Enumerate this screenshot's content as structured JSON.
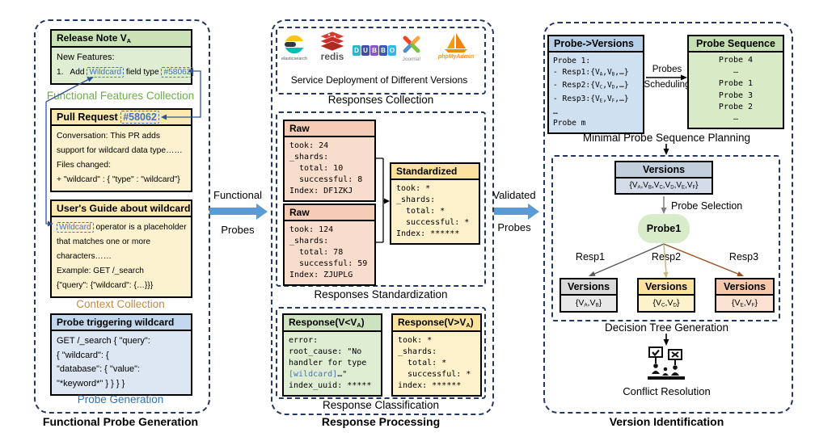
{
  "colors": {
    "container_border": "#24375e",
    "highlight_blue": "#4472c4",
    "features_green": "#70ad47",
    "context_tan": "#c08c46",
    "probe_blue": "#2e74b5",
    "flow_arrow_blue": "#5b9bd5",
    "resp1_arrow": "#595959",
    "resp2_arrow": "#c9bd7c",
    "resp3_arrow": "#9c4f1e"
  },
  "left": {
    "section_label": "Functional Probe Generation",
    "release_note": {
      "title": "Release Note V~A~",
      "line1": "New Features:",
      "line2_p1": "1.   Add ",
      "line2_hl1": "Wildcard",
      "line2_p2": " field type ",
      "line2_hl2": "#58062"
    },
    "features_label": "Functional Features Collection",
    "pull_request": {
      "title_pre": "Pull Request ",
      "title_hl": "#58062",
      "lines": [
        "Conversation: This PR adds",
        "support for wildcard data type……",
        "Files changed:",
        "+ \"wildcard\" : { \"type\" : \"wildcard\"}"
      ]
    },
    "users_guide": {
      "title": "User's Guide about wildcard",
      "line1_hl": "Wildcard",
      "line1_rest": " operator is a placeholder",
      "lines": [
        "that matches one or more",
        "characters……",
        "Example: GET /_search",
        "{\"query\": {\"wildcard\": {…}}}"
      ]
    },
    "context_label": "Context Collection",
    "probe_box": {
      "title": "Probe triggering wildcard",
      "lines": [
        "GET /_search { \"query\":",
        "{ \"wildcard\": {",
        "\"database\": { \"value\":",
        "\"*keyword*\" } } } }"
      ]
    },
    "probe_gen_label": "Probe Generation"
  },
  "arrow1": {
    "top": "Functional",
    "bottom": "Probes"
  },
  "middle": {
    "section_label": "Response Processing",
    "services": {
      "label": "Service Deployment of Different Versions",
      "elasticsearch_label": "elasticsearch",
      "redis_label": "redis",
      "dubbo_letters": [
        "D",
        "U",
        "B",
        "B",
        "O"
      ],
      "joomla_label": "Joomla!",
      "phpmyadmin_label": "phpMyAdmin"
    },
    "responses_collection_label": "Responses Collection",
    "raw1": {
      "title": "Raw",
      "lines": [
        "took: 24",
        "_shards:",
        "  total: 10",
        "  successful: 8",
        "Index: DF1ZKJ"
      ]
    },
    "raw2": {
      "title": "Raw",
      "lines": [
        "took: 124",
        "_shards:",
        "  total: 78",
        "  successful: 59",
        "Index: ZJUPLG"
      ]
    },
    "standardized": {
      "title": "Standardized",
      "lines": [
        "took: *",
        "_shards:",
        "  total: *",
        "  successful: *",
        "Index: ******"
      ]
    },
    "standardization_label": "Responses Standardization",
    "response_lt": {
      "title": "Response(V<V~A~)",
      "lines": [
        "error:",
        "root_cause: \"No",
        "handler for type"
      ],
      "term": "[wildcard]",
      "term_post": "…\"",
      "last_line": "index_uuid: *****"
    },
    "response_gt": {
      "title": "Response(V>V~A~)",
      "lines": [
        "took: *",
        "_shards:",
        "  total: *",
        "  successful: *",
        "index: ******"
      ]
    },
    "classification_label": "Response Classification"
  },
  "arrow2": {
    "top": "Validated",
    "bottom": "Probes"
  },
  "right": {
    "section_label": "Version Identification",
    "probe_versions": {
      "title": "Probe->Versions",
      "lines": [
        "Probe 1:",
        "- Resp1:{V~A~,V~B~,…}",
        "- Resp2:{V~C~,V~D~,…}",
        "- Resp3:{V~E~,V~F~,…}",
        "…",
        "Probe m"
      ]
    },
    "scheduling_label_top": "Probes",
    "scheduling_label_bottom": "Scheduling",
    "probe_sequence": {
      "title": "Probe Sequence",
      "lines": [
        "Probe 4",
        "–",
        "Probe 1",
        "Probe 3",
        "Probe 2",
        "–"
      ]
    },
    "planning_label": "Minimal Probe Sequence Planning",
    "versions_all": {
      "title": "Versions",
      "body": "{V~A~,V~B~,V~C~,V~D~,V~E~,V~F~}"
    },
    "probe_selection_label": "Probe Selection",
    "probe1_label": "Probe1",
    "branches": [
      {
        "label": "Resp1",
        "title": "Versions",
        "body": "{V~A~,V~B~}"
      },
      {
        "label": "Resp2",
        "title": "Versions",
        "body": "{V~C~,V~D~}"
      },
      {
        "label": "Resp3",
        "title": "Versions",
        "body": "{V~E~,V~F~}"
      }
    ],
    "decision_label": "Decision Tree Generation",
    "conflict_label": "Conflict Resolution"
  }
}
